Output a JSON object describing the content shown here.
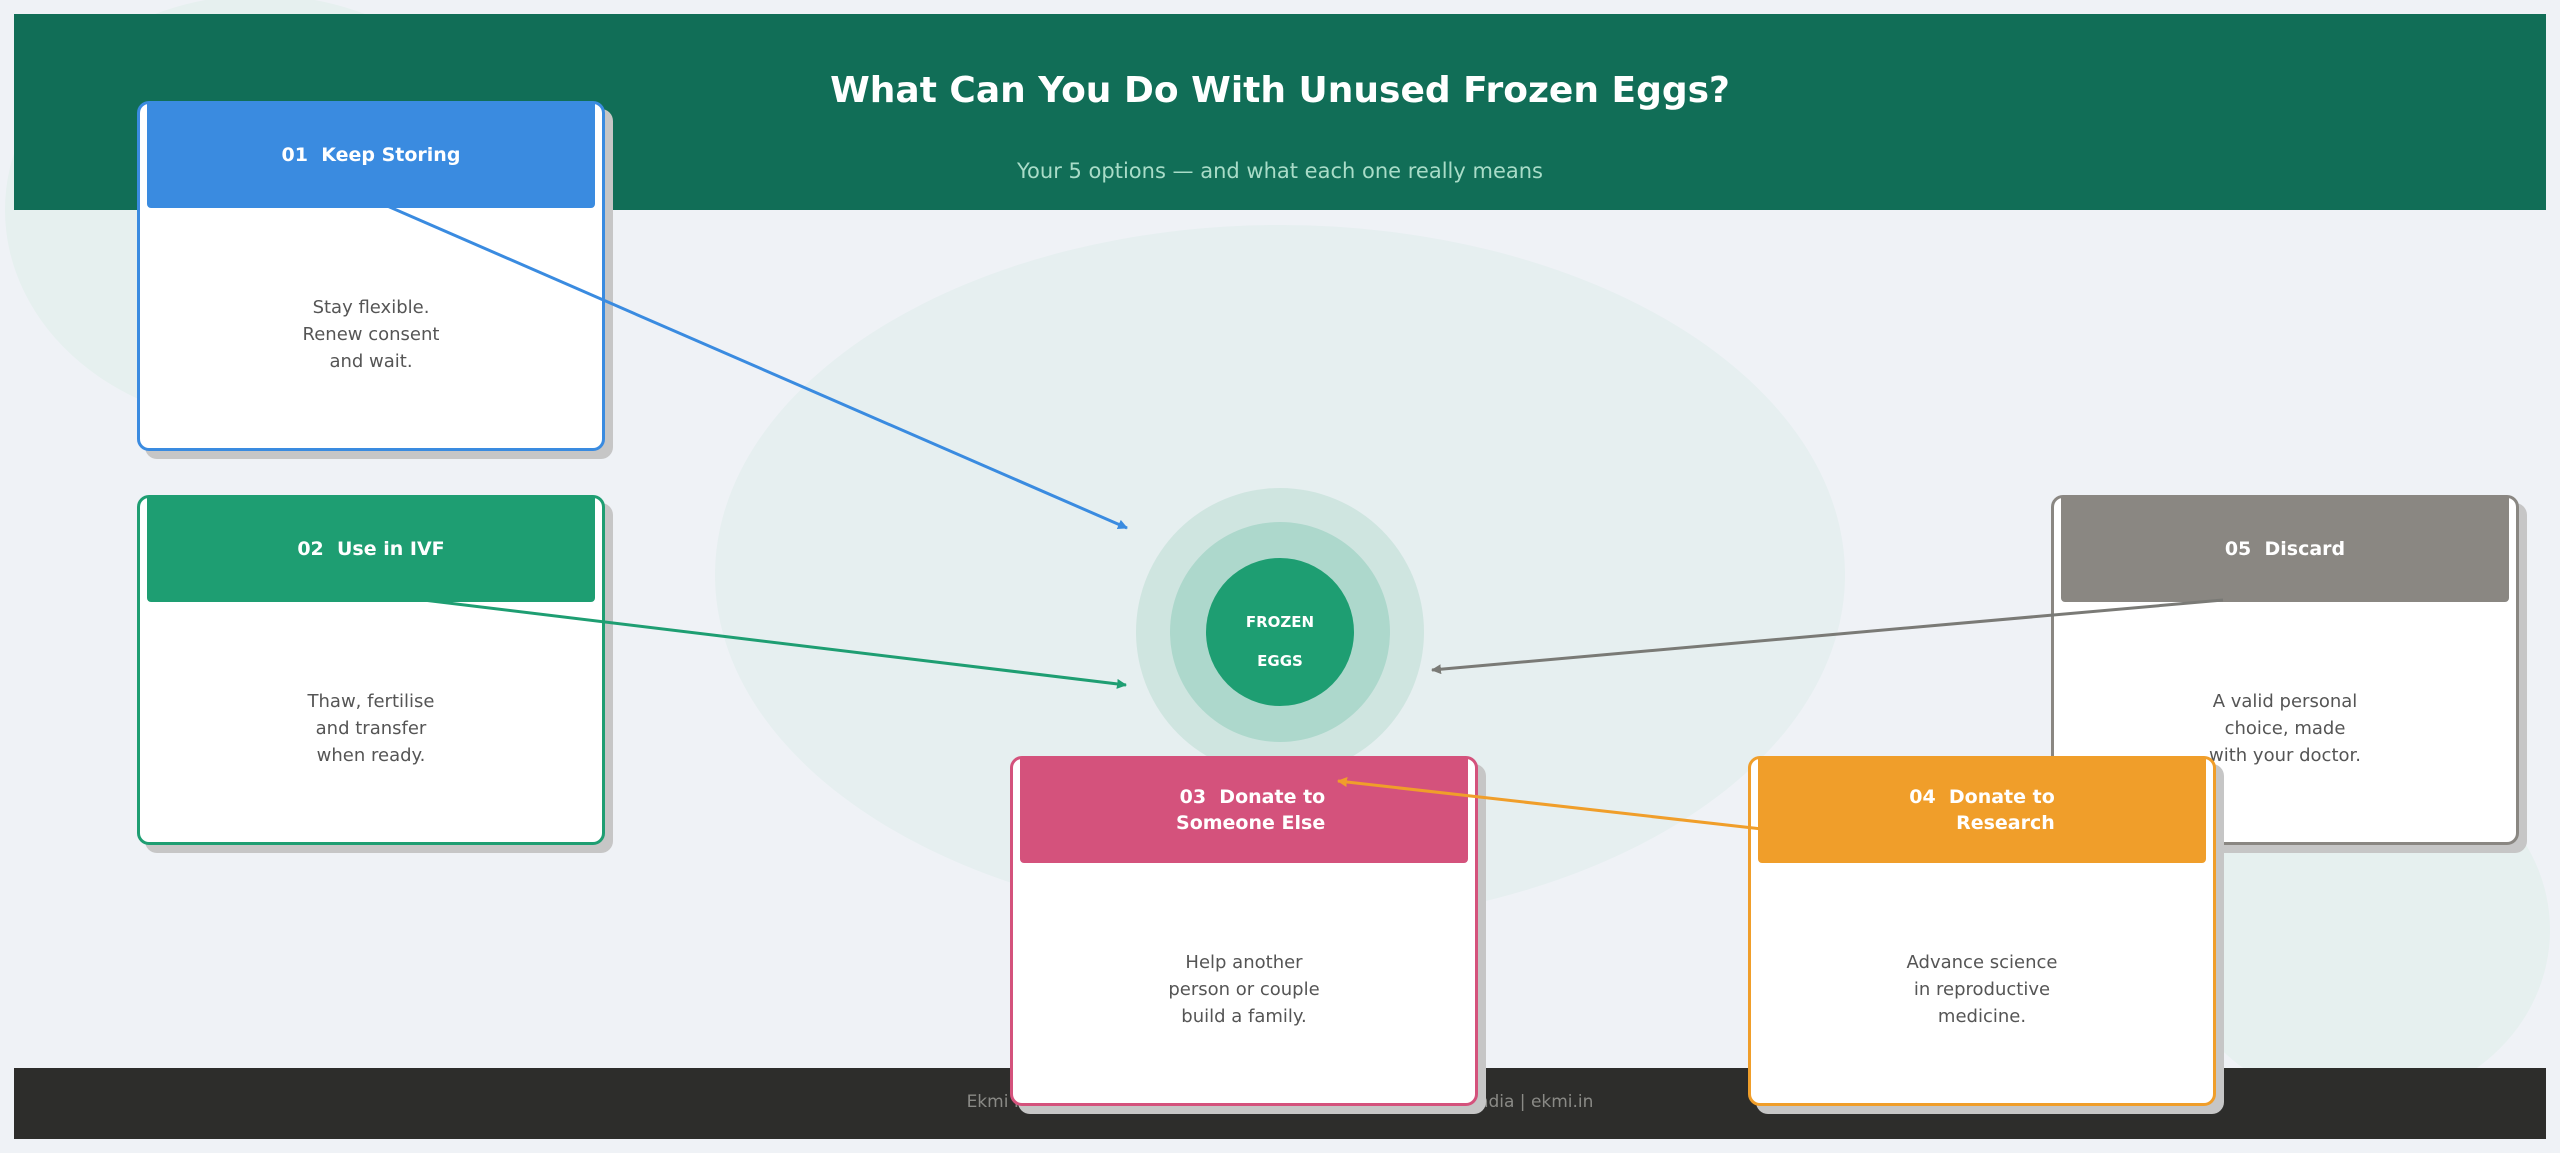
{
  "header": {
    "title": "What Can You Do With Unused Frozen Eggs?",
    "subtitle": "Your 5 options — and what each one really means"
  },
  "center": {
    "line1": "FROZEN",
    "line2": "EGGS"
  },
  "options": [
    {
      "id": "keep-storing",
      "title": "01  Keep Storing",
      "body": "Stay flexible.\nRenew consent\nand wait.",
      "color": "#3a8be0"
    },
    {
      "id": "use-in-ivf",
      "title": "02  Use in IVF",
      "body": "Thaw, fertilise\nand transfer\nwhen ready.",
      "color": "#1e9e72"
    },
    {
      "id": "donate-someone",
      "title": "03  Donate to\n  Someone Else",
      "body": "Help another\nperson or couple\nbuild a family.",
      "color": "#d4527c"
    },
    {
      "id": "donate-research",
      "title": "04  Donate to\n      Research",
      "body": "Advance science\nin reproductive\nmedicine.",
      "color": "#f09e2a"
    },
    {
      "id": "discard",
      "title": "05  Discard",
      "body": "A valid personal\nchoice, made\nwith your doctor.",
      "color": "#8a8782"
    }
  ],
  "footer": {
    "text": "Ekmi Fertility  |  Best Fertility Clinic for IVF & Egg Freezing in India  |  ekmi.in"
  }
}
